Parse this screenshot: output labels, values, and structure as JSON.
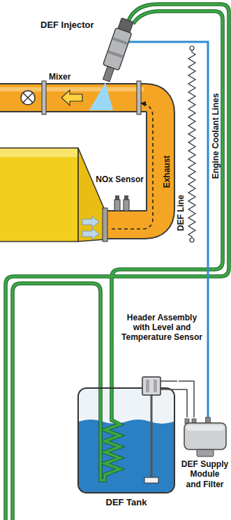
{
  "diagram": {
    "nodes": [
      {
        "text": [
          "DEF Injector"
        ]
      },
      {
        "text": [
          "DEF Supply Module and Filter"
        ]
      },
      {
        "text": [
          "DEF Tank"
        ]
      }
    ],
    "edges": [
      {
        "from": 1,
        "to": 0,
        "arrow": "none"
      },
      {
        "from": 2,
        "to": 1,
        "arrow": "none"
      }
    ],
    "labels": [
      "Mixer",
      "NOx Sensor",
      "Exhaust",
      "DEF Line",
      "Engine Coolant Lines",
      "Header Assembly with Level and Temperature Sensor"
    ]
  }
}
